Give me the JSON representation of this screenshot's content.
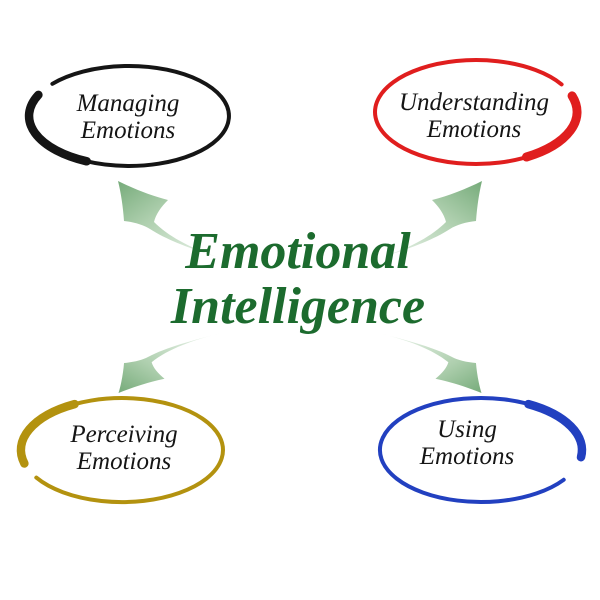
{
  "background_color": "#ffffff",
  "title": {
    "line1": "Emotional",
    "line2": "Intelligence",
    "color": "#1c6b2e"
  },
  "label_color": "#151515",
  "nodes": [
    {
      "name": "managing-emotions",
      "line1": "Managing",
      "line2": "Emotions",
      "ring_color": "#151515"
    },
    {
      "name": "understanding-emotions",
      "line1": "Understanding",
      "line2": "Emotions",
      "ring_color": "#e01e1e"
    },
    {
      "name": "perceiving-emotions",
      "line1": "Perceiving",
      "line2": "Emotions",
      "ring_color": "#b3920f"
    },
    {
      "name": "using-emotions",
      "line1": "Using",
      "line2": "Emotions",
      "ring_color": "#2240c0"
    }
  ],
  "arrows": {
    "head_color": "#76ab7a",
    "mid_color": "#aecfae",
    "tail_color": "#f4f9f4"
  }
}
